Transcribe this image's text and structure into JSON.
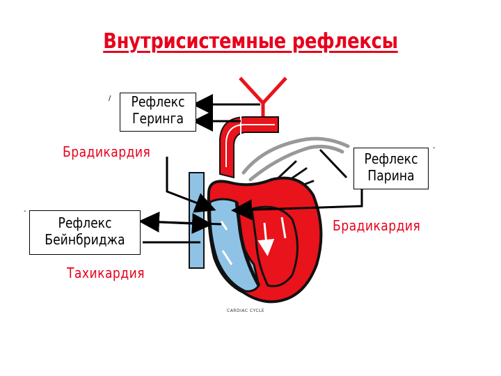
{
  "title": "Внутрисистемные рефлексы",
  "boxes": {
    "gering": {
      "line1": "Рефлекс",
      "line2": "Геринга"
    },
    "parin": {
      "line1": "Рефлекс",
      "line2": "Парина"
    },
    "bainbridge": {
      "line1": "Рефлекс",
      "line2": "Бейнбриджа"
    }
  },
  "labels": {
    "brady_left": "Брадикардия",
    "brady_right": "Брадикардия",
    "tachy": "Тахикардия"
  },
  "ticks": {
    "t1": "/",
    "t2": "-",
    "t3": "-"
  },
  "caption": "CARDIAC CYCLE",
  "colors": {
    "title": "#e8001c",
    "blood_red": "#e8131b",
    "blood_blue": "#8fc3e6",
    "wall": "#1a1a1a"
  }
}
